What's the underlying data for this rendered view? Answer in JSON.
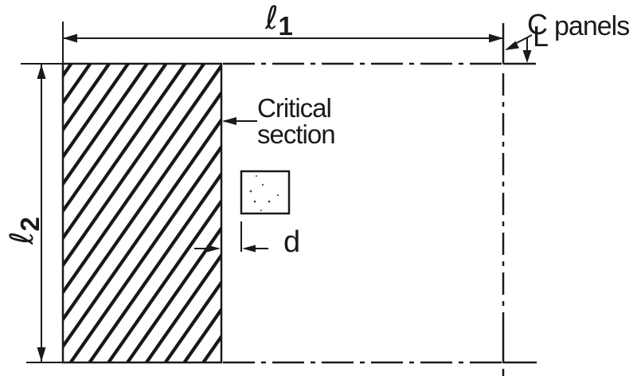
{
  "diagram": {
    "colors": {
      "ink": "#1a1a1a",
      "background": "#ffffff"
    },
    "dimensions": {
      "span1": {
        "symbol": "ℓ",
        "subscript": "1"
      },
      "span2": {
        "symbol": "ℓ",
        "subscript": "2"
      },
      "depth": {
        "label": "d"
      }
    },
    "callouts": {
      "critical_section": {
        "line1": "Critical",
        "line2": "section"
      },
      "centerline": {
        "c": "C",
        "l": "L",
        "text": "panels"
      }
    }
  }
}
